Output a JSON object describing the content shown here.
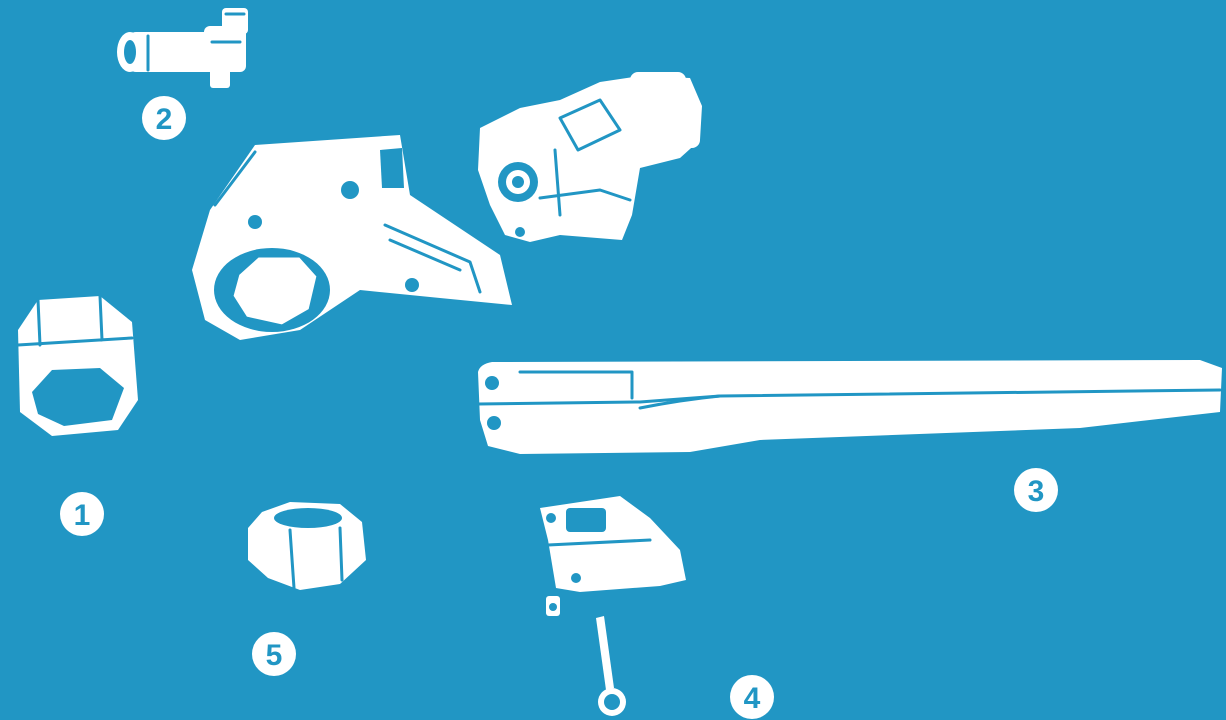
{
  "diagram": {
    "background_color": "#2196C4",
    "part_color": "#ffffff",
    "callouts": [
      {
        "id": "1",
        "label": "1",
        "part": "hex-socket-insert"
      },
      {
        "id": "2",
        "label": "2",
        "part": "hydraulic-swivel-coupler"
      },
      {
        "id": "3",
        "label": "3",
        "part": "reaction-arm"
      },
      {
        "id": "4",
        "label": "4",
        "part": "link-bracket-and-pin"
      },
      {
        "id": "5",
        "label": "5",
        "part": "hex-nut"
      }
    ]
  }
}
